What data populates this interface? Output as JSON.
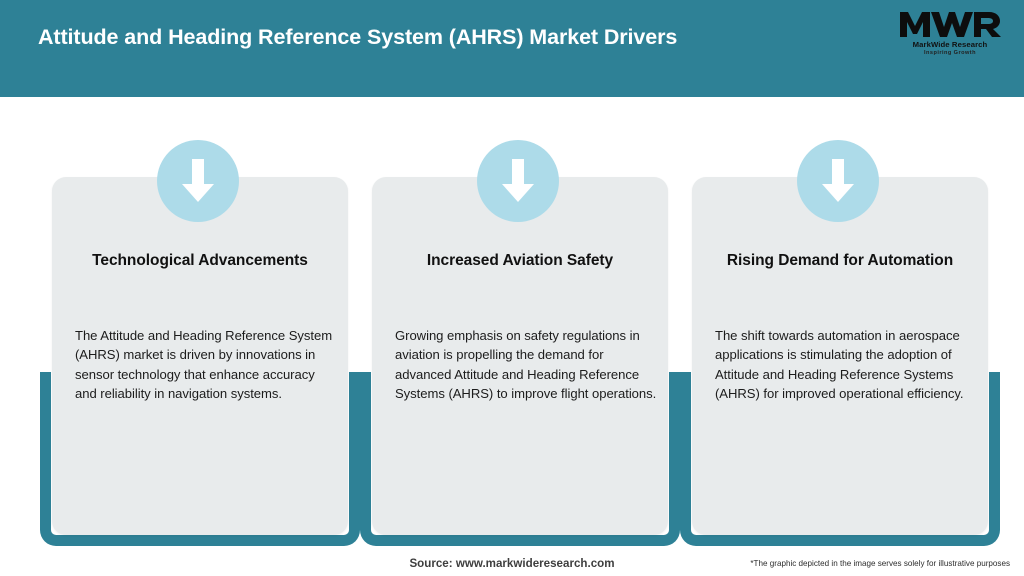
{
  "header": {
    "title": "Attitude and Heading Reference System (AHRS) Market Drivers",
    "background_color": "#2e8196",
    "title_color": "#ffffff"
  },
  "logo": {
    "mark_text": "MWR",
    "name": "MarkWide Research",
    "tagline": "Inspiring Growth"
  },
  "theme": {
    "accent_teal": "#2e8196",
    "card_background": "#e8ebec",
    "icon_circle_color": "#addbe9",
    "arrow_color": "#ffffff"
  },
  "cards": [
    {
      "icon": "arrow-down-icon",
      "title": "Technological Advancements",
      "text": "The Attitude and Heading Reference System (AHRS) market is driven by innovations in sensor technology that enhance accuracy and reliability in navigation systems."
    },
    {
      "icon": "arrow-down-icon",
      "title": "Increased Aviation Safety",
      "text": "Growing emphasis on safety regulations in aviation is propelling the demand for advanced Attitude and Heading Reference Systems (AHRS) to improve flight operations."
    },
    {
      "icon": "arrow-down-icon",
      "title": "Rising Demand for Automation",
      "text": "The shift towards automation in aerospace applications is stimulating the adoption of Attitude and Heading Reference Systems (AHRS) for improved operational efficiency."
    }
  ],
  "footer": {
    "source": "Source: www.markwideresearch.com",
    "disclaimer": "*The graphic depicted in the image serves solely for illustrative purposes"
  }
}
